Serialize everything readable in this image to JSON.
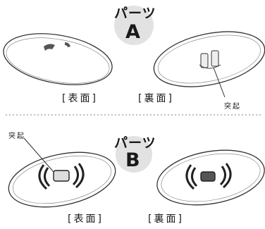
{
  "part_a": {
    "title": "パーツ",
    "letter": "A",
    "front_label": "[表面]",
    "back_label": "[裏面]",
    "protrusion_label": "突起"
  },
  "part_b": {
    "title": "パーツ",
    "letter": "B",
    "front_label": "[表面]",
    "back_label": "[裏面]",
    "protrusion_label": "突起"
  }
}
